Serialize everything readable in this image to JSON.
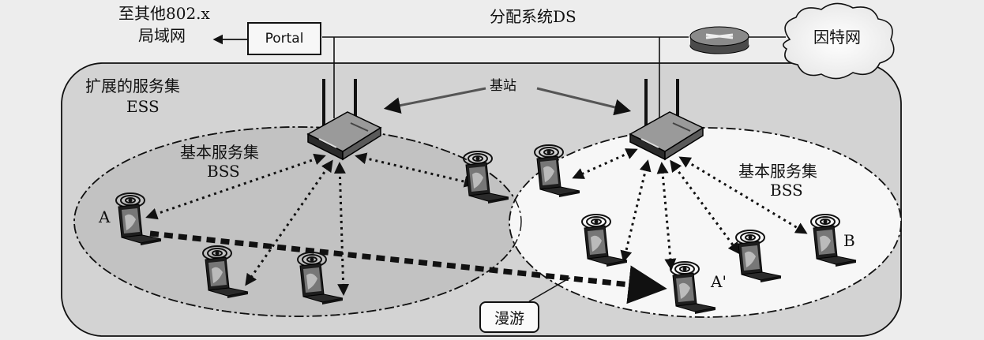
{
  "labels": {
    "to_other_lan": "至其他802.x",
    "lan": "局域网",
    "portal": "Portal",
    "distribution_system": "分配系统DS",
    "internet": "因特网",
    "ess_cn": "扩展的服务集",
    "ess_en": "ESS",
    "base_station": "基站",
    "bss_left_cn": "基本服务集",
    "bss_left_en": "BSS",
    "bss_right_cn": "基本服务集",
    "bss_right_en": "BSS",
    "station_a": "A",
    "station_a_prime": "A'",
    "station_b": "B",
    "roaming": "漫游"
  },
  "icons": [
    "access-point-icon",
    "laptop-icon",
    "router-icon",
    "cloud-icon",
    "wireless-signal-icon"
  ],
  "colors": {
    "background": "#ededed",
    "ess_fill": "#d3d3d3",
    "bss_left_fill": "#c2c2c2",
    "bss_right_fill": "#f7f7f7",
    "line": "#111111"
  }
}
